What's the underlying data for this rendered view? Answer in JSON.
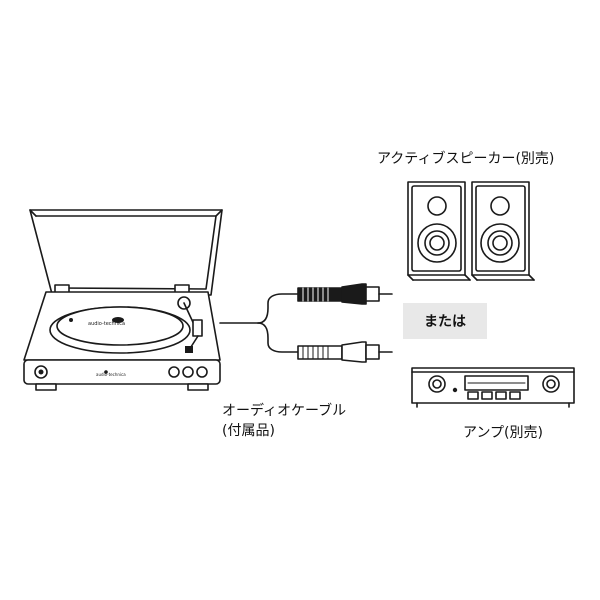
{
  "diagram": {
    "speakers_label": "アクティブスピーカー(別売)",
    "or_label": "または",
    "cable_label_line1": "オーディオケーブル",
    "cable_label_line2": "(付属品)",
    "amp_label": "アンプ(別売)",
    "turntable_brand_text": "audio-technica",
    "colors": {
      "line": "#1a1a1a",
      "or_box_bg": "#e8e8e8"
    }
  }
}
